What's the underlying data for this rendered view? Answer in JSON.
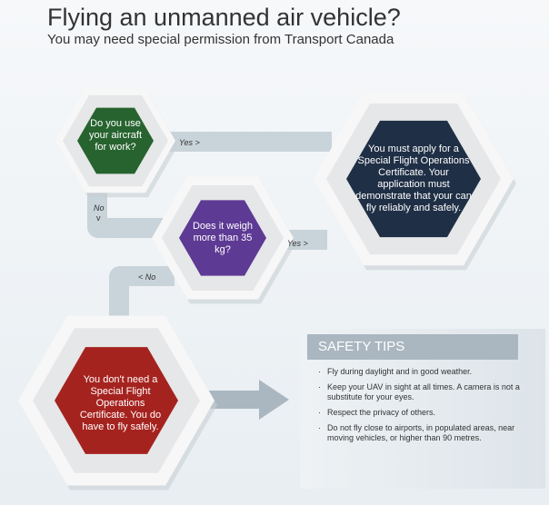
{
  "title": "Flying an unmanned air vehicle?",
  "subtitle": "You may need special permission from Transport Canada",
  "nodes": {
    "q1": "Do you use your aircraft for work?",
    "q2": "Does it weigh more than 35 kg?",
    "must_apply": "You must apply for a Special Flight Operations Certificate. Your application must demonstrate that your can fly reliably and safely.",
    "dont_need": "You don't need a Special Flight Operations Certificate. You do have to fly safely."
  },
  "labels": {
    "yes1": "Yes >",
    "no1": "No",
    "no1_arrow": "v",
    "yes2": "Yes >",
    "no2": "< No"
  },
  "safety": {
    "title": "SAFETY TIPS",
    "tips": [
      "Fly during daylight and in good weather.",
      "Keep your UAV in sight at all times. A camera is not a substitute for your eyes.",
      "Respect the privacy of others.",
      "Do not fly close to airports, in populated areas, near moving vehicles, or higher than 90 metres."
    ]
  },
  "colors": {
    "green": "#27632f",
    "purple": "#5d3a94",
    "navy": "#1f2f45",
    "red": "#a5231f"
  }
}
